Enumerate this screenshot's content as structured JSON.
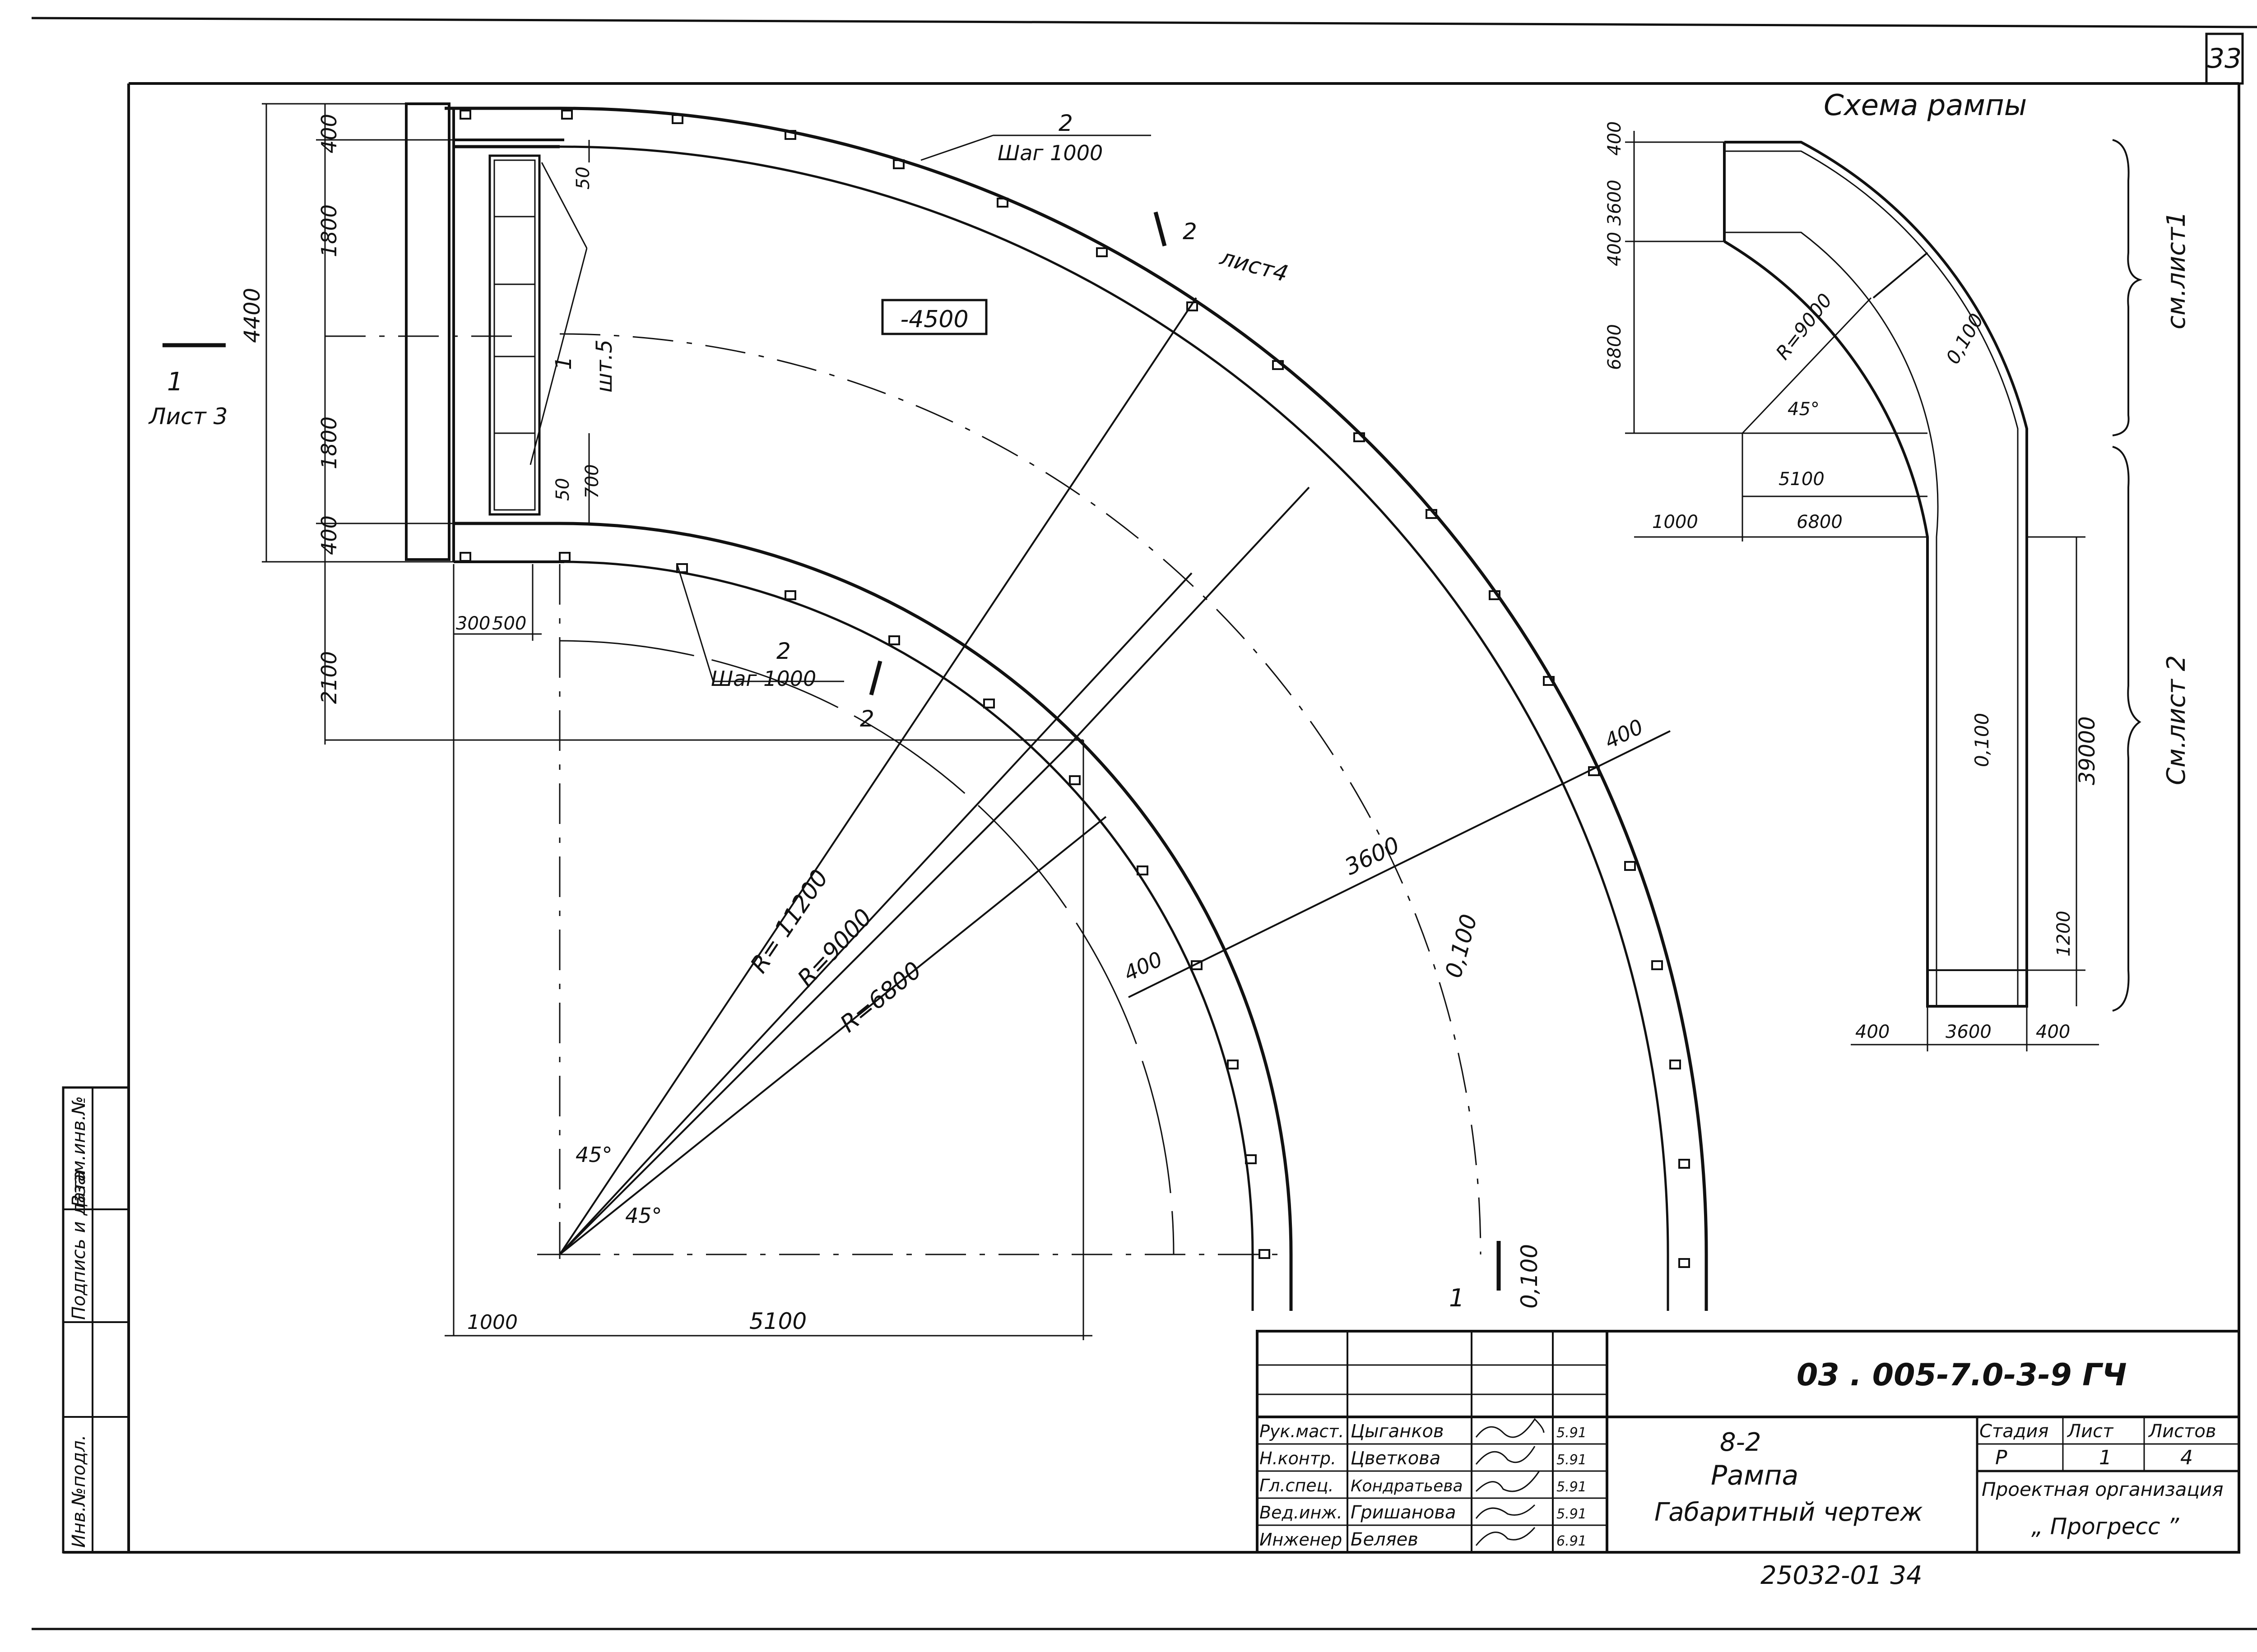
{
  "sheet_number": "33",
  "plan": {
    "elevation_mark": "-4500",
    "pitch_top_count": "2",
    "pitch_top_label": "Шаг  1000",
    "pitch_bottom_count": "2",
    "pitch_bottom_label": "Шаг  1000",
    "section2_num": "2",
    "section2_sheet": "лист4",
    "section2_bottom": "2",
    "section1_left_num": "1",
    "section1_left_sheet": "Лист 3",
    "section1_bottom_num": "1",
    "grille_count": "1",
    "grille_unit": "шт.5",
    "r_outer": "R= 11200",
    "r_mid": "R=9000",
    "r_inner": "R=6800",
    "angle_a": "45°",
    "angle_b": "45°",
    "slope_arc": "0,100",
    "slope_bottom": "0,100",
    "dims": {
      "d400_top": "400",
      "d1800_top": "1800",
      "d4400": "4400",
      "d1800_bottom": "1800",
      "d400_bottom": "400",
      "d2100": "2100",
      "d50_top": "50",
      "d50_bottom": "50",
      "d700": "700",
      "d300": "300",
      "d500": "500",
      "d1000": "1000",
      "d5100": "5100",
      "d400_diag_out": "400",
      "d3600_diag": "3600",
      "d400_diag_in": "400"
    }
  },
  "scheme": {
    "title": "Схема  рампы",
    "d400_a": "400",
    "d3600": "3600",
    "d400_b": "400",
    "d6800_v": "6800",
    "r9000": "R=9000",
    "angle": "45°",
    "slope_curve": "0,100",
    "slope_straight": "0,100",
    "d5100": "5100",
    "d1000": "1000",
    "d6800_h": "6800",
    "d39000": "39000",
    "d1200": "1200",
    "d400_l": "400",
    "d3600_w": "3600",
    "d400_r": "400",
    "see_sheet1": "см.лист1",
    "see_sheet2": "См.лист 2"
  },
  "title_block": {
    "code": "03 . 005-7.0-3-9  ГЧ",
    "object": "8-2",
    "name": "Рампа",
    "drawing": "Габаритный чертеж",
    "stage_h": "Стадия",
    "sheet_h": "Лист",
    "sheets_h": "Листов",
    "stage": "Р",
    "sheet": "1",
    "sheets": "4",
    "org_label": "Проектная организация",
    "org": "„ Прогресс ”",
    "roles": [
      {
        "role": "Рук.маст.",
        "name": "Цыганков",
        "date": "5.91"
      },
      {
        "role": "Н.контр.",
        "name": "Цветкова",
        "date": "5.91"
      },
      {
        "role": "Гл.спец.",
        "name": "Кондратьева",
        "date": "5.91"
      },
      {
        "role": "Вед.инж.",
        "name": "Гришанова",
        "date": "5.91"
      },
      {
        "role": "Инженер",
        "name": "Беляев",
        "date": "6.91"
      }
    ],
    "archive_no": "25032-01  34"
  },
  "side_stamp": {
    "f1": "Инв.№подл.",
    "f2": "Подпись и дата",
    "f3": "Взам.инв.№"
  }
}
